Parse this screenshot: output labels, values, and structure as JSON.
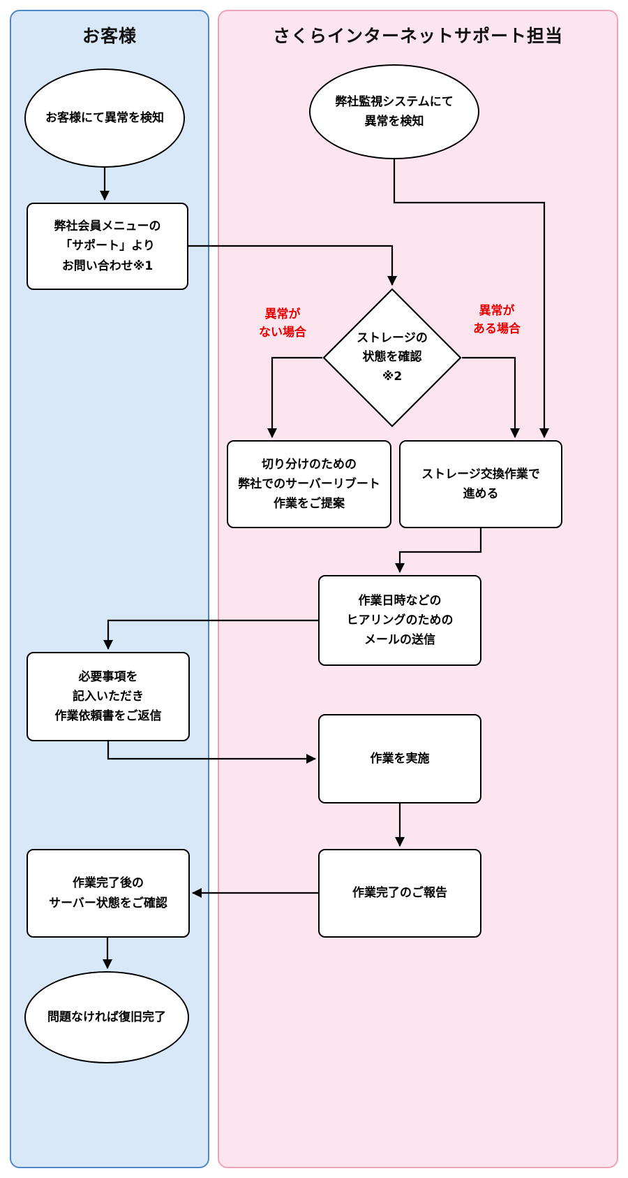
{
  "lanes": {
    "customer": {
      "title": "お客様"
    },
    "support": {
      "title": "さくらインターネットサポート担当"
    }
  },
  "nodes": {
    "customer_detect": "お客様にて異常を検知",
    "contact_support": "弊社会員メニューの\n「サポート」より\nお問い合わせ※1",
    "monitor_detect": "弊社監視システムにて\n異常を検知",
    "check_storage": "ストレージの\n状態を確認\n※2",
    "propose_reboot": "切り分けのための\n弊社でのサーバーリブート\n作業をご提案",
    "storage_replace": "ストレージ交換作業で\n進める",
    "send_mail": "作業日時などの\nヒアリングのための\nメールの送信",
    "return_request": "必要事項を\n記入いただき\n作業依頼書をご返信",
    "do_work": "作業を実施",
    "report_done": "作業完了のご報告",
    "confirm_server": "作業完了後の\nサーバー状態をご確認",
    "recovery_done": "問題なければ復旧完了"
  },
  "edge_labels": {
    "no_anomaly": "異常が\nない場合",
    "anomaly": "異常が\nある場合"
  },
  "edges": [
    {
      "from": "customer_detect",
      "to": "contact_support"
    },
    {
      "from": "contact_support",
      "to": "check_storage"
    },
    {
      "from": "monitor_detect",
      "to": "storage_replace"
    },
    {
      "from": "check_storage",
      "to": "propose_reboot",
      "label": "異常がない場合"
    },
    {
      "from": "check_storage",
      "to": "storage_replace",
      "label": "異常がある場合"
    },
    {
      "from": "storage_replace",
      "to": "send_mail"
    },
    {
      "from": "send_mail",
      "to": "return_request"
    },
    {
      "from": "return_request",
      "to": "do_work"
    },
    {
      "from": "do_work",
      "to": "report_done"
    },
    {
      "from": "report_done",
      "to": "confirm_server"
    },
    {
      "from": "confirm_server",
      "to": "recovery_done"
    }
  ],
  "colors": {
    "customer_lane_bg": "#d9e8f9",
    "customer_lane_border": "#4e87c9",
    "support_lane_bg": "#fce5ee",
    "support_lane_border": "#efa3ba",
    "decision_label_color": "#e60000",
    "node_border": "#000000",
    "node_fill": "#ffffff"
  }
}
